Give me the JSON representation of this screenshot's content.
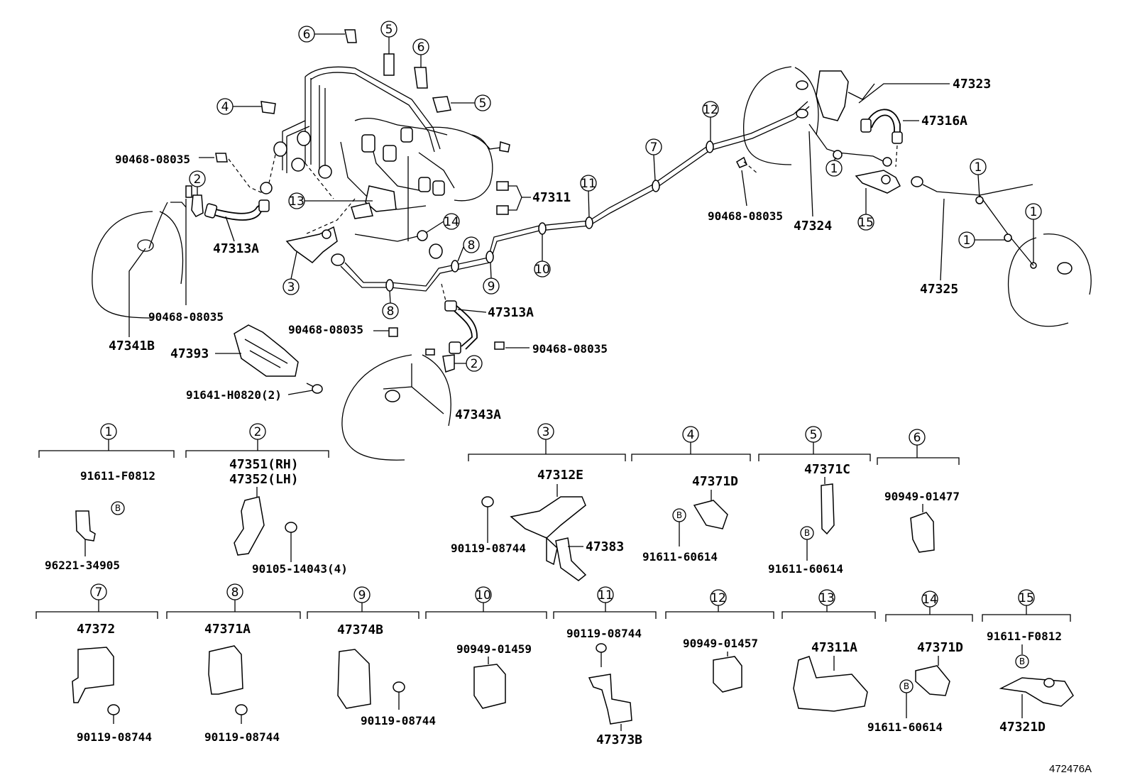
{
  "callouts": {
    "c1": "1",
    "c2": "2",
    "c3": "3",
    "c4": "4",
    "c5": "5",
    "c6": "6",
    "c7": "7",
    "c8": "8",
    "c9": "9",
    "c10": "10",
    "c11": "11",
    "c12": "12",
    "c13": "13",
    "c14": "14",
    "c15": "15",
    "bolt": "B"
  },
  "labels": {
    "p47323": "47323",
    "p47316A": "47316A",
    "p90468_08035": "90468-08035",
    "p47311": "47311",
    "p47324": "47324",
    "p47313A": "47313A",
    "p47325": "47325",
    "p47341B": "47341B",
    "p47393": "47393",
    "p91641_H0820_2": "91641-H0820(2)",
    "p47343A": "47343A"
  },
  "legend": {
    "g1": {
      "number": "1",
      "parts": [
        "91611-F0812",
        "96221-34905"
      ]
    },
    "g2": {
      "number": "2",
      "parts": [
        "47351(RH)",
        "47352(LH)",
        "90105-14043(4)"
      ]
    },
    "g3": {
      "number": "3",
      "parts": [
        "47312E",
        "90119-08744",
        "47383"
      ]
    },
    "g4": {
      "number": "4",
      "parts": [
        "47371D",
        "91611-60614"
      ]
    },
    "g5": {
      "number": "5",
      "parts": [
        "47371C",
        "91611-60614"
      ]
    },
    "g6": {
      "number": "6",
      "parts": [
        "90949-01477"
      ]
    },
    "g7": {
      "number": "7",
      "parts": [
        "47372",
        "90119-08744"
      ]
    },
    "g8": {
      "number": "8",
      "parts": [
        "47371A",
        "90119-08744"
      ]
    },
    "g9": {
      "number": "9",
      "parts": [
        "47374B",
        "90119-08744"
      ]
    },
    "g10": {
      "number": "10",
      "parts": [
        "90949-01459"
      ]
    },
    "g11": {
      "number": "11",
      "parts": [
        "90119-08744",
        "47373B"
      ]
    },
    "g12": {
      "number": "12",
      "parts": [
        "90949-01457"
      ]
    },
    "g13": {
      "number": "13",
      "parts": [
        "47311A"
      ]
    },
    "g14": {
      "number": "14",
      "parts": [
        "47371D",
        "91611-60614"
      ]
    },
    "g15": {
      "number": "15",
      "parts": [
        "91611-F0812",
        "47321D"
      ]
    }
  },
  "figure_id": "472476A"
}
